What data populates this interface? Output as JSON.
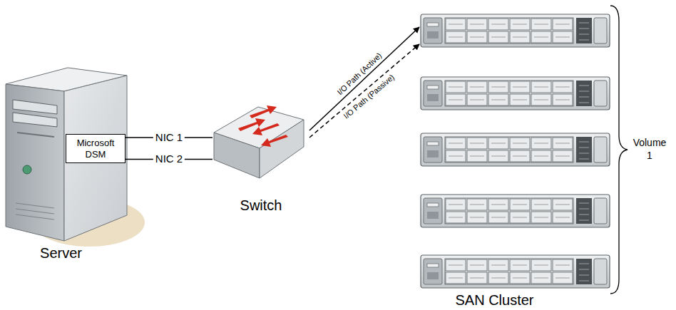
{
  "diagram": {
    "nodes": [
      {
        "text": [
          "Server"
        ]
      },
      {
        "text": [
          "Microsoft DSM"
        ],
        "in": 0
      },
      {
        "text": [
          "Switch"
        ]
      },
      {
        "text": [
          "SAN Cluster"
        ]
      }
    ],
    "edges": [
      {
        "from": 1,
        "to": 2,
        "label": "NIC 1",
        "arrow": "none"
      },
      {
        "from": 1,
        "to": 2,
        "label": "NIC 2",
        "arrow": "none"
      },
      {
        "from": 2,
        "to": 3,
        "label": "I/O Path (Active)",
        "arrow": "to"
      },
      {
        "from": 2,
        "to": 3,
        "label": "I/O Path (Passive)",
        "arrow": "to"
      }
    ],
    "labels": [
      "Volume 1"
    ]
  }
}
